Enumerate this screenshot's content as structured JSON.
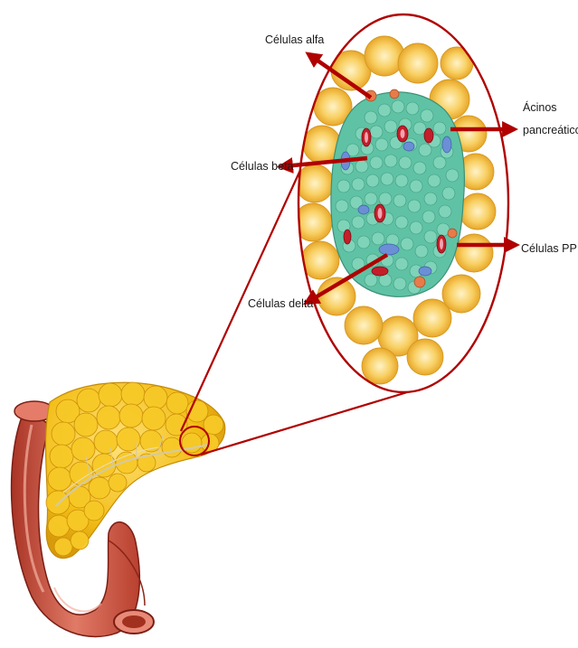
{
  "labels": {
    "alpha": "Células alfa",
    "beta": "Células beta",
    "delta": "Células delta",
    "acinos_line1": "Ácinos",
    "acinos_line2": "pancreáticos",
    "pp": "Células PP"
  },
  "colors": {
    "arrow": "#b00000",
    "outline": "#b00000",
    "acinus": "#f6c24a",
    "islet": "#5fc2a4",
    "duodenum": "#d9604f",
    "pancreas": "#f2c014"
  }
}
